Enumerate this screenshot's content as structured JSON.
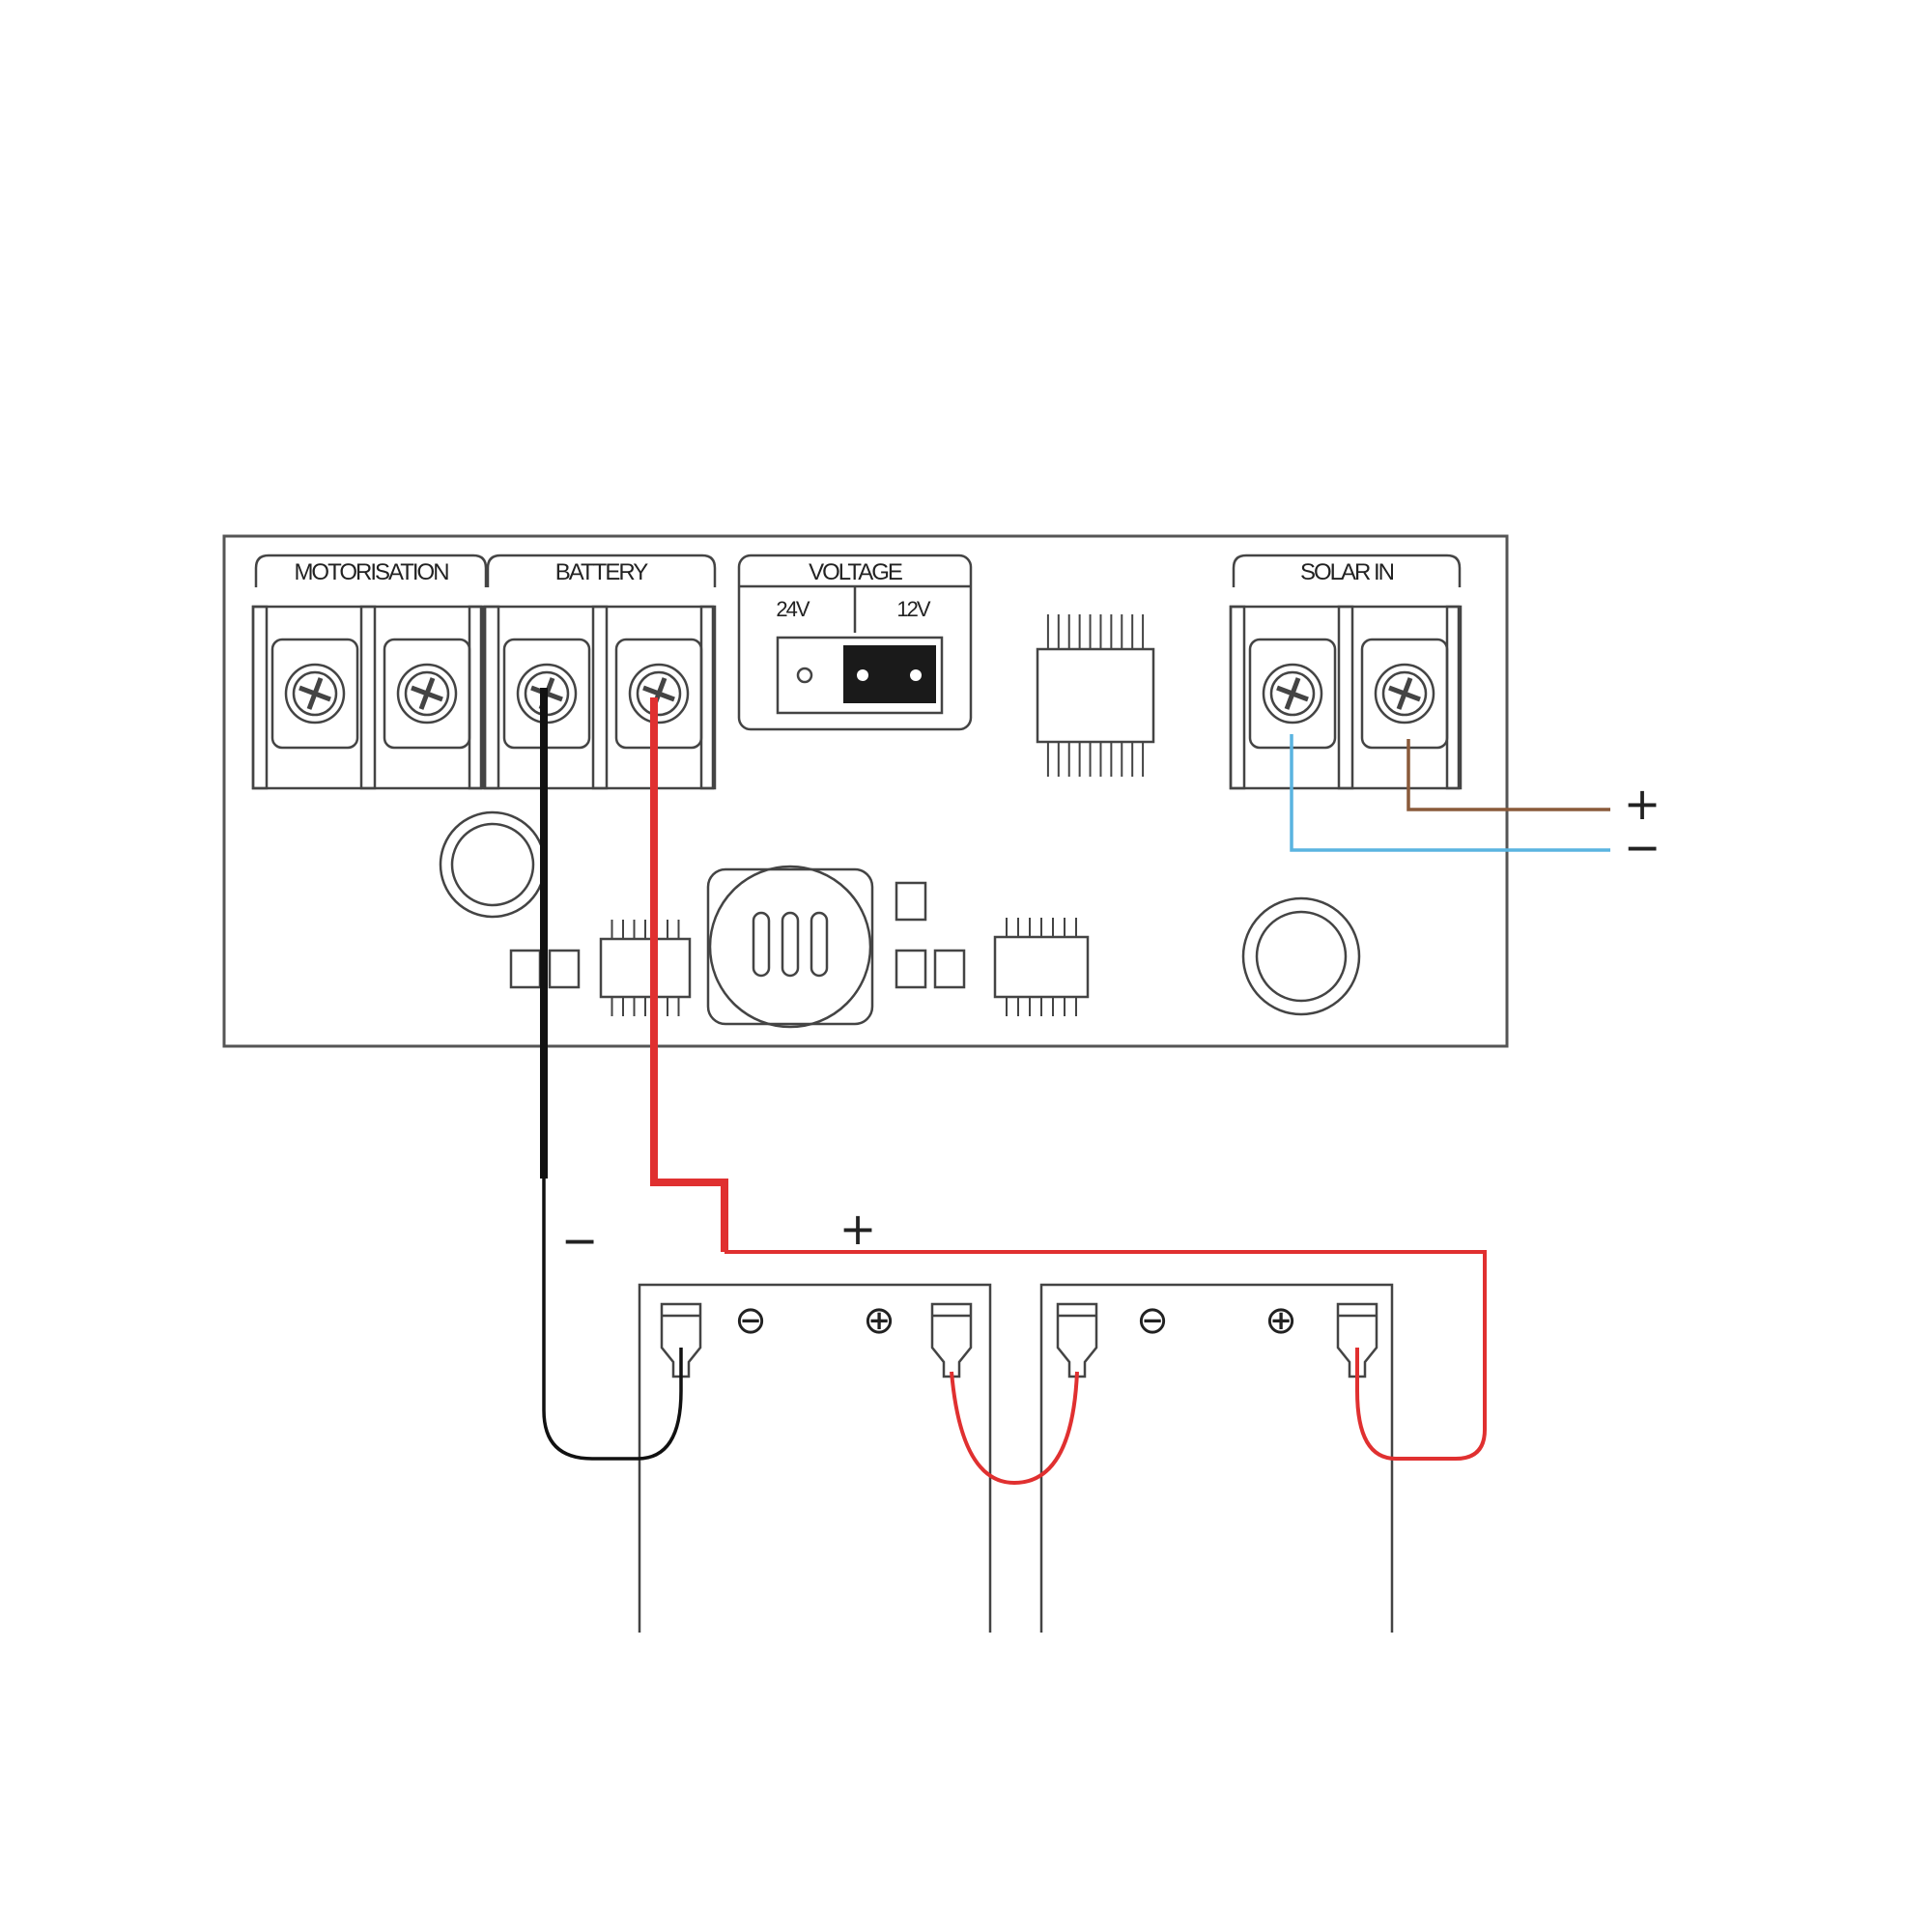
{
  "controller": {
    "groups": {
      "motorisation": "MOTORISATION",
      "battery": "BATTERY",
      "voltage": "VOLTAGE",
      "solar_in": "SOLAR IN"
    },
    "voltage_options": [
      "24V",
      "12V"
    ],
    "selected_voltage": "12V"
  },
  "solar_leads": {
    "plus": "+",
    "minus": "−"
  },
  "battery_leads": {
    "minus": "−",
    "plus": "+"
  },
  "battery_terminal_symbols": {
    "negative": "⊖",
    "positive": "⊕"
  },
  "colors": {
    "battery_negative_wire": "#111111",
    "battery_positive_wire": "#e03030",
    "solar_positive_wire": "#8a5a3a",
    "solar_negative_wire": "#5ab4e0"
  }
}
